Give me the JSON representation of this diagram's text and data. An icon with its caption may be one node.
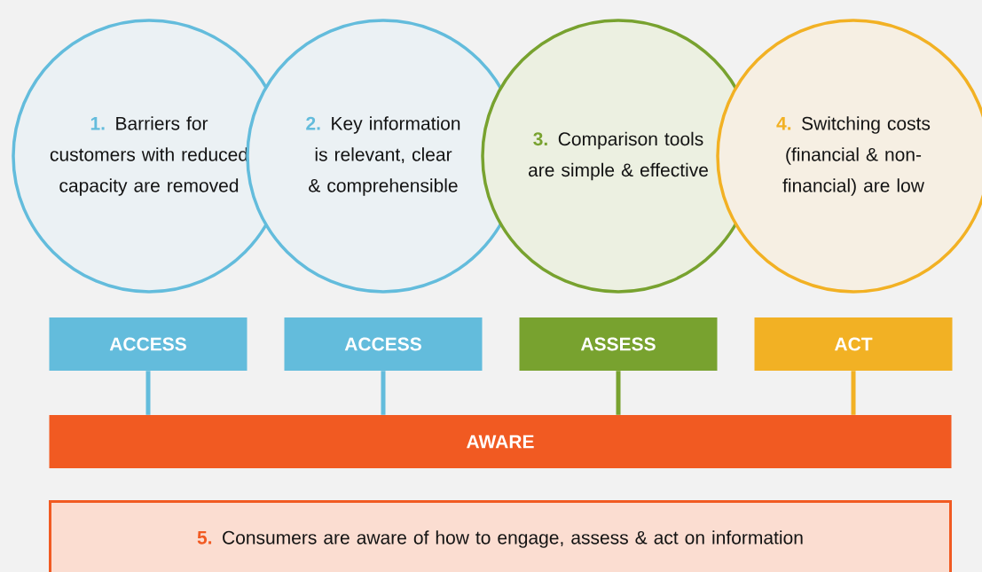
{
  "diagram": {
    "nodes": [
      {
        "text": [
          "1.",
          "Barriers for customers with reduced capacity are removed"
        ]
      },
      {
        "text": [
          "2.",
          "Key information is relevant, clear & comprehensible"
        ]
      },
      {
        "text": [
          "3.",
          "Comparison tools are simple & effective"
        ]
      },
      {
        "text": [
          "4.",
          "Switching costs (financial & non-financial) are low"
        ]
      },
      {
        "text": [
          "ACCESS"
        ]
      },
      {
        "text": [
          "ACCESS"
        ]
      },
      {
        "text": [
          "ASSESS"
        ]
      },
      {
        "text": [
          "ACT"
        ]
      },
      {
        "text": [
          "AWARE"
        ]
      },
      {
        "text": [
          "5.",
          "Consumers are aware of how to engage, assess & act on information"
        ]
      }
    ],
    "edges": [
      {
        "from": 4,
        "to": 8,
        "arrow": "none",
        "color": "#63bcdc"
      },
      {
        "from": 5,
        "to": 8,
        "arrow": "none",
        "color": "#63bcdc"
      },
      {
        "from": 6,
        "to": 8,
        "arrow": "none",
        "color": "#78a22f"
      },
      {
        "from": 7,
        "to": 8,
        "arrow": "none",
        "color": "#f2b124"
      }
    ]
  }
}
